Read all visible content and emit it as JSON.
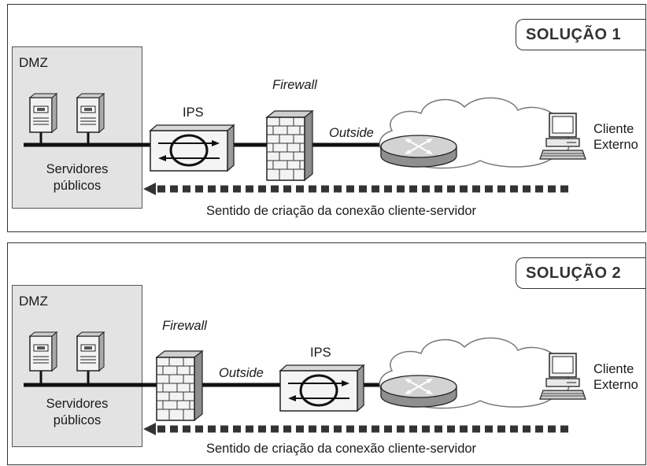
{
  "solutions": [
    {
      "title": "SOLUÇÃO 1",
      "dmz_label": "DMZ",
      "servers_label_1": "Servidores",
      "servers_label_2": "públicos",
      "ips_label": "IPS",
      "firewall_label": "Firewall",
      "outside_label": "Outside",
      "client_label_1": "Cliente",
      "client_label_2": "Externo",
      "direction_label": "Sentido de criação da conexão cliente-servidor"
    },
    {
      "title": "SOLUÇÃO 2",
      "dmz_label": "DMZ",
      "servers_label_1": "Servidores",
      "servers_label_2": "públicos",
      "ips_label": "IPS",
      "firewall_label": "Firewall",
      "outside_label": "Outside",
      "client_label_1": "Cliente",
      "client_label_2": "Externo",
      "direction_label": "Sentido de criação da conexão cliente-servidor"
    }
  ]
}
